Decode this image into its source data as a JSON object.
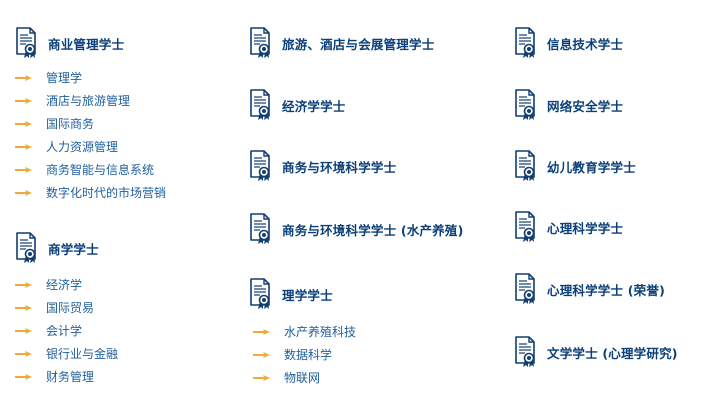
{
  "colors": {
    "heading": "#0b3f79",
    "link": "#1f5f9c",
    "arrow": "#f2a93b",
    "icon": "#123e71"
  },
  "icons": {
    "degree": "certificate-icon",
    "bullet": "arrow-right-icon"
  },
  "columns": [
    {
      "degrees": [
        {
          "title": "商业管理学士",
          "majors": [
            "管理学",
            "酒店与旅游管理",
            "国际商务",
            "人力资源管理",
            "商务智能与信息系统",
            "数字化时代的市场营销"
          ]
        },
        {
          "title": "商学学士",
          "majors": [
            "经济学",
            "国际贸易",
            "会计学",
            "银行业与金融",
            "财务管理"
          ]
        }
      ]
    },
    {
      "degrees": [
        {
          "title": "旅游、酒店与会展管理学士",
          "majors": []
        },
        {
          "title": "经济学学士",
          "majors": []
        },
        {
          "title": "商务与环境科学学士",
          "majors": []
        },
        {
          "title": "商务与环境科学学士 (水产养殖)",
          "majors": []
        },
        {
          "title": "理学学士",
          "majors": [
            "水产养殖科技",
            "数据科学",
            "物联网"
          ]
        }
      ]
    },
    {
      "degrees": [
        {
          "title": "信息技术学士",
          "majors": []
        },
        {
          "title": "网络安全学士",
          "majors": []
        },
        {
          "title": "幼儿教育学学士",
          "majors": []
        },
        {
          "title": "心理科学学士",
          "majors": []
        },
        {
          "title": "心理科学学士 (荣誉)",
          "majors": []
        },
        {
          "title": "文学学士 (心理学研究)",
          "majors": []
        }
      ]
    }
  ]
}
